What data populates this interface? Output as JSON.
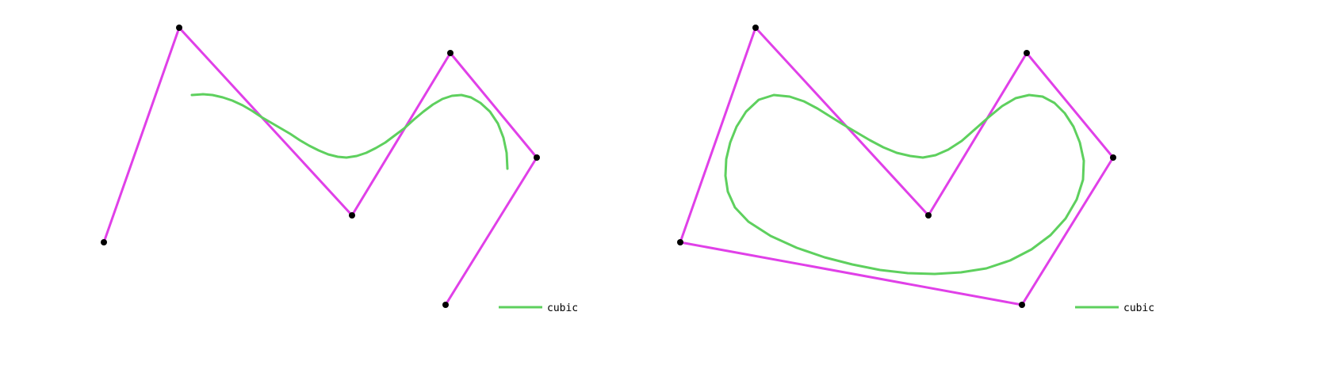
{
  "colors": {
    "polygon": "#e040e8",
    "curve": "#5ed05e",
    "control_point": "#000000",
    "background": "#ffffff"
  },
  "panels": [
    {
      "legend_label": "cubic",
      "closed": false,
      "control_points": [
        [
          131,
          306
        ],
        [
          226,
          35
        ],
        [
          444,
          272
        ],
        [
          568,
          67
        ],
        [
          677,
          199
        ],
        [
          562,
          385
        ]
      ],
      "curve_points": [
        [
          242,
          120
        ],
        [
          256,
          119
        ],
        [
          268,
          120
        ],
        [
          281,
          123
        ],
        [
          293,
          127
        ],
        [
          306,
          133
        ],
        [
          318,
          140
        ],
        [
          330,
          148
        ],
        [
          342,
          155
        ],
        [
          354,
          162
        ],
        [
          366,
          169
        ],
        [
          378,
          177
        ],
        [
          390,
          184
        ],
        [
          402,
          190
        ],
        [
          414,
          195
        ],
        [
          426,
          198
        ],
        [
          437,
          199
        ],
        [
          450,
          197
        ],
        [
          462,
          193
        ],
        [
          474,
          187
        ],
        [
          486,
          180
        ],
        [
          498,
          171
        ],
        [
          510,
          162
        ],
        [
          522,
          151
        ],
        [
          534,
          141
        ],
        [
          546,
          132
        ],
        [
          558,
          125
        ],
        [
          570,
          121
        ],
        [
          582,
          120
        ],
        [
          594,
          123
        ],
        [
          606,
          130
        ],
        [
          618,
          141
        ],
        [
          628,
          156
        ],
        [
          635,
          174
        ],
        [
          639,
          193
        ],
        [
          640,
          213
        ]
      ]
    },
    {
      "legend_label": "cubic",
      "closed": true,
      "control_points": [
        [
          858,
          306
        ],
        [
          953,
          35
        ],
        [
          1171,
          272
        ],
        [
          1295,
          67
        ],
        [
          1404,
          199
        ],
        [
          1289,
          385
        ]
      ],
      "curve_points": [
        [
          1063,
          157
        ],
        [
          1080,
          167
        ],
        [
          1097,
          177
        ],
        [
          1114,
          186
        ],
        [
          1131,
          193
        ],
        [
          1148,
          197
        ],
        [
          1164,
          199
        ],
        [
          1180,
          196
        ],
        [
          1196,
          189
        ],
        [
          1213,
          178
        ],
        [
          1230,
          163
        ],
        [
          1247,
          148
        ],
        [
          1264,
          134
        ],
        [
          1281,
          124
        ],
        [
          1298,
          120
        ],
        [
          1315,
          122
        ],
        [
          1330,
          130
        ],
        [
          1343,
          143
        ],
        [
          1354,
          160
        ],
        [
          1362,
          180
        ],
        [
          1367,
          203
        ],
        [
          1366,
          227
        ],
        [
          1358,
          252
        ],
        [
          1344,
          276
        ],
        [
          1325,
          297
        ],
        [
          1301,
          315
        ],
        [
          1274,
          329
        ],
        [
          1244,
          339
        ],
        [
          1212,
          344
        ],
        [
          1179,
          346
        ],
        [
          1145,
          345
        ],
        [
          1110,
          341
        ],
        [
          1075,
          334
        ],
        [
          1040,
          325
        ],
        [
          1005,
          313
        ],
        [
          972,
          298
        ],
        [
          944,
          280
        ],
        [
          927,
          262
        ],
        [
          918,
          242
        ],
        [
          915,
          222
        ],
        [
          916,
          201
        ],
        [
          921,
          180
        ],
        [
          929,
          160
        ],
        [
          941,
          141
        ],
        [
          957,
          126
        ],
        [
          976,
          120
        ],
        [
          996,
          122
        ],
        [
          1014,
          128
        ],
        [
          1031,
          137
        ],
        [
          1047,
          147
        ],
        [
          1063,
          157
        ]
      ]
    }
  ]
}
